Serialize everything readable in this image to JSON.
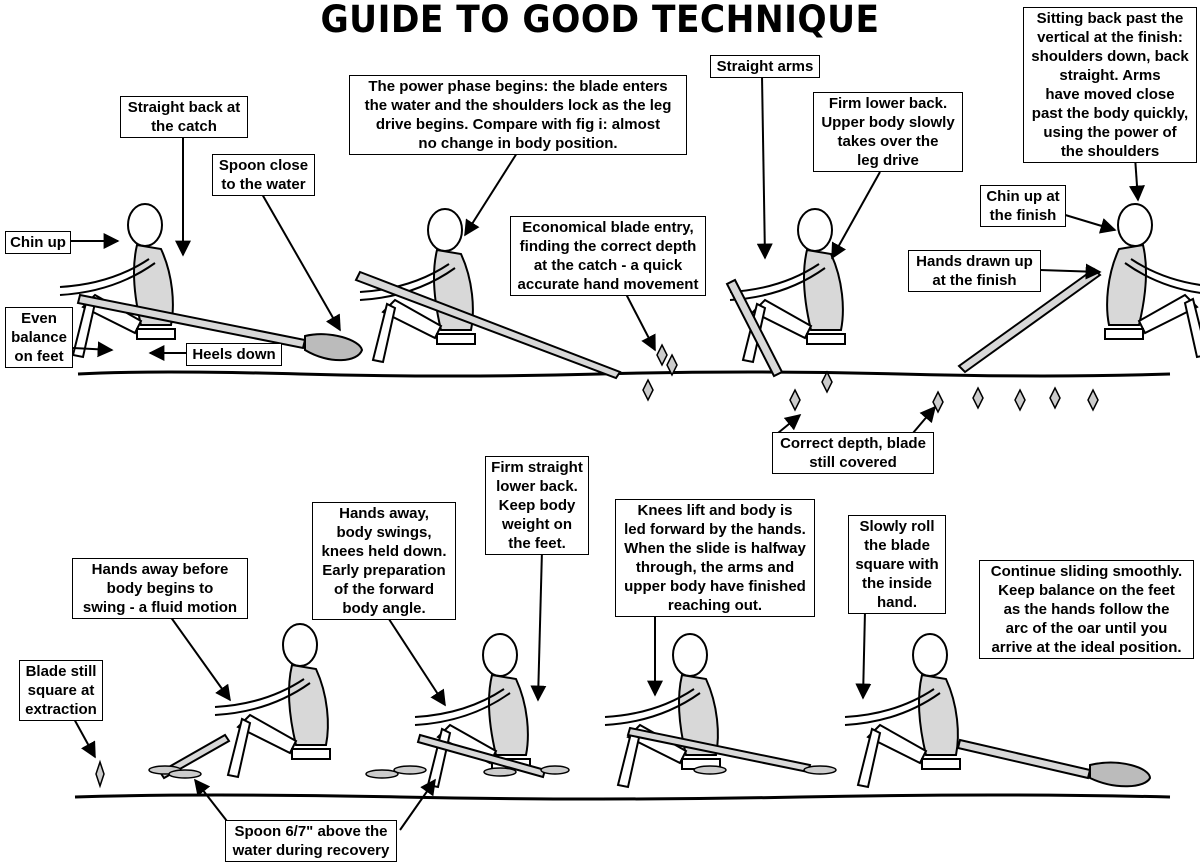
{
  "title": "GUIDE TO GOOD TECHNIQUE",
  "labels": {
    "straight_back_catch": "Straight back at\nthe catch",
    "spoon_close": "Spoon close\nto the water",
    "chin_up": "Chin up",
    "even_balance": "Even\nbalance\non feet",
    "heels_down": "Heels down",
    "power_phase": "The power phase begins: the blade enters\nthe water and the shoulders lock as the leg\ndrive begins. Compare with fig i: almost\nno change in body position.",
    "economical_entry": "Economical blade entry,\nfinding the correct depth\nat the catch - a quick\naccurate hand movement",
    "straight_arms": "Straight arms",
    "firm_lower_back": "Firm lower back.\nUpper body slowly\ntakes over the\nleg drive",
    "sitting_back": "Sitting back past the\nvertical at the finish:\nshoulders down, back\nstraight.  Arms\nhave moved close\npast the body quickly,\nusing the power of\nthe shoulders",
    "chin_up_finish": "Chin up at\nthe finish",
    "hands_drawn_up": "Hands drawn up\nat the finish",
    "correct_depth": "Correct depth, blade\nstill covered",
    "blade_still_square": "Blade still\nsquare at\nextraction",
    "hands_away_before": "Hands away before\nbody begins to\nswing - a fluid motion",
    "hands_away_swings": "Hands away,\nbody swings,\nknees held down.\nEarly preparation\nof the forward\nbody angle.",
    "firm_straight_lower_back": "Firm straight\nlower back.\nKeep body\nweight on\nthe feet.",
    "knees_lift": "Knees lift and body is\nled forward by the hands.\nWhen the slide is halfway\nthrough, the arms and\nupper body have finished\nreaching out.",
    "slowly_roll": "Slowly roll\nthe blade\nsquare with\nthe inside\nhand.",
    "continue_sliding": "Continue sliding smoothly.\nKeep balance on the feet\nas the hands follow the\narc of the oar until you\narrive at the ideal position.",
    "spoon_above": "Spoon 6/7\" above the\nwater during recovery"
  }
}
